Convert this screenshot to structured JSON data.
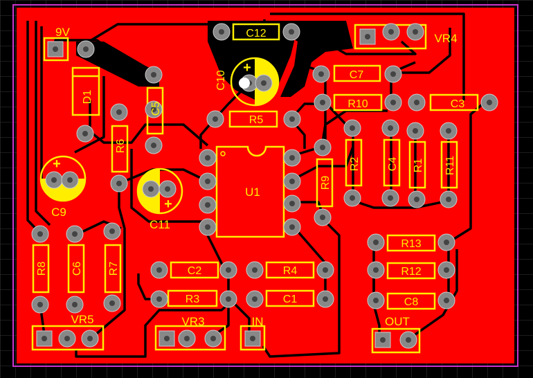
{
  "board": {
    "colors": {
      "background": "#000000",
      "grid": "#3a3a3a",
      "outline": "#cc33cc",
      "copper": "#ff0000",
      "trace": "#000000",
      "silkscreen": "#ffee00",
      "pad": "#888888",
      "pad_ring": "#cccccc",
      "hole": "#444444"
    }
  },
  "labels": {
    "power": "9V",
    "d1": "D1",
    "c12": "C12",
    "c10": "C10",
    "c7": "C7",
    "vr4": "VR4",
    "r10": "R10",
    "c3": "C3",
    "c5": "C5",
    "r5": "R5",
    "r6": "R6",
    "r2": "R2",
    "c4": "C4",
    "r1": "R1",
    "r11": "R11",
    "r9": "R9",
    "u1": "U1",
    "c9": "C9",
    "c11": "C11",
    "r8": "R8",
    "c6": "C6",
    "r7": "R7",
    "c2": "C2",
    "r4": "R4",
    "r3": "R3",
    "c1": "C1",
    "r13": "R13",
    "r12": "R12",
    "c8": "C8",
    "vr5": "VR5",
    "vr3": "VR3",
    "in": "IN",
    "out": "OUT",
    "plus_c10": "+",
    "plus_c9": "+",
    "plus_c11": "+"
  }
}
